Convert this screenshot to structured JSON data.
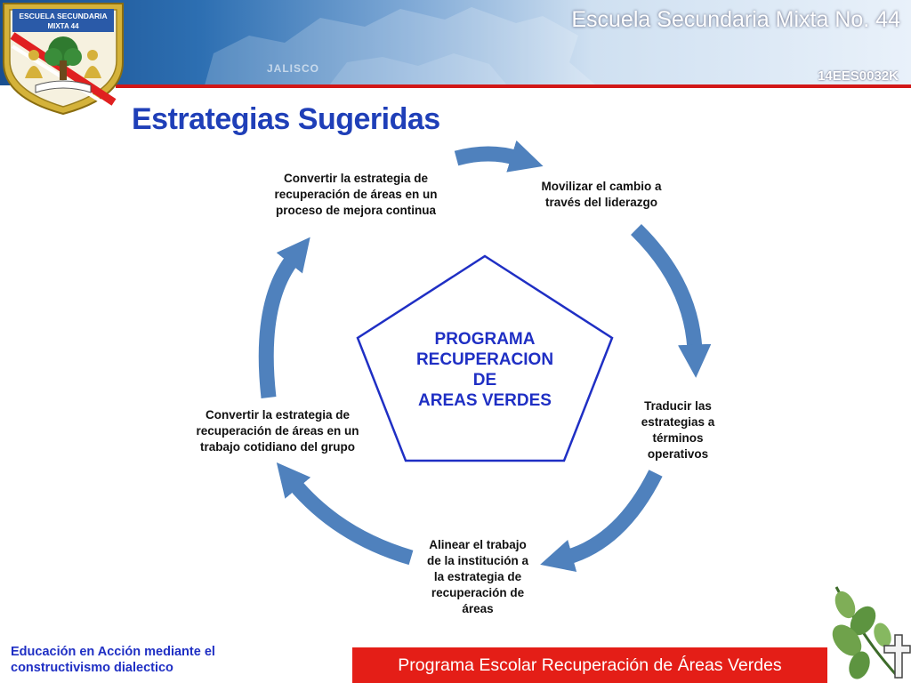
{
  "header": {
    "school_name": "Escuela Secundaria Mixta No. 44",
    "school_code": "14EES0032K",
    "map_label": "JALISCO",
    "logo_text_line1": "ESCUELA SECUNDARIA",
    "logo_text_line2": "MIXTA 44"
  },
  "title": "Estrategias Sugeridas",
  "diagram": {
    "center": [
      "PROGRAMA",
      "RECUPERACION",
      "DE",
      "AREAS VERDES"
    ],
    "steps": [
      [
        "Convertir la estrategia de",
        "recuperación de áreas en un",
        "proceso de mejora continua"
      ],
      [
        "Movilizar el cambio a",
        "través del liderazgo"
      ],
      [
        "Traducir las",
        "estrategias a",
        "términos",
        "operativos"
      ],
      [
        "Alinear el trabajo",
        "de la institución a",
        "la estrategia de",
        "recuperación de",
        "áreas"
      ],
      [
        "Convertir la estrategia de",
        "recuperación de áreas en un",
        "trabajo cotidiano del grupo"
      ]
    ]
  },
  "footer": {
    "left_line1": "Educación en Acción mediante el",
    "left_line2": "constructivismo dialectico",
    "right": "Programa Escolar Recuperación de Áreas Verdes"
  },
  "colors": {
    "arrow": "#4f81bd",
    "pentagon_stroke": "#1f2fc4",
    "footer_bar": "#e41e17",
    "header_rule": "#d21717",
    "title": "#1f3fb8"
  },
  "icons": [
    "school-logo-icon",
    "plant-cross-icon"
  ]
}
